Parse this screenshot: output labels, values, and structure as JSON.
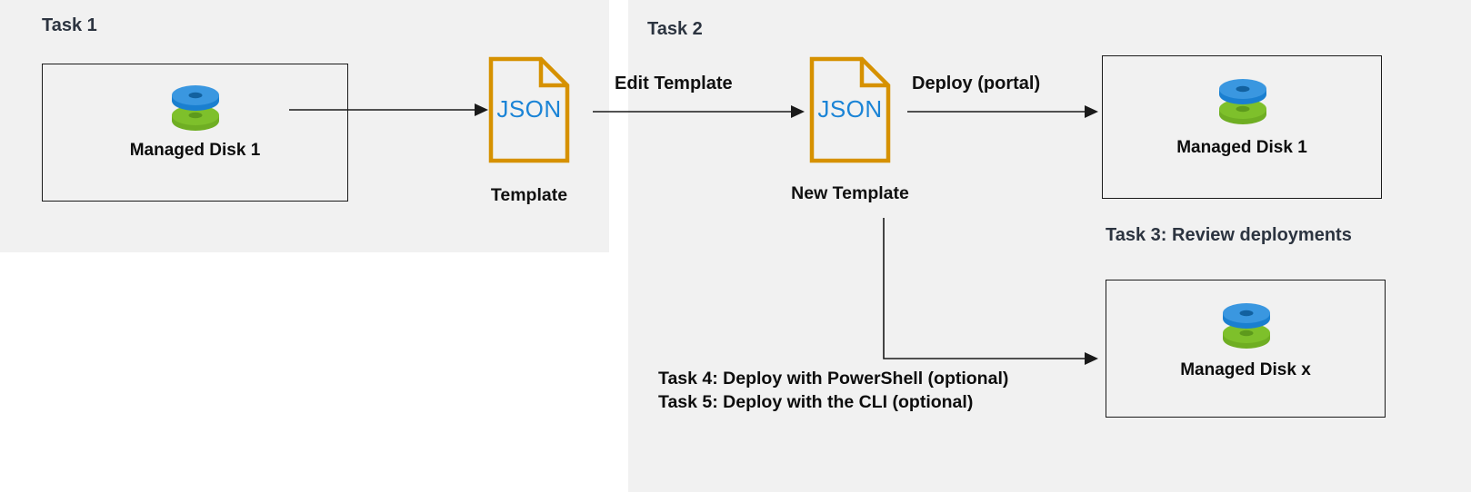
{
  "diagram": {
    "title": "Azure Managed Disk ARM template task flow",
    "background": "#ffffff",
    "panel_color": "#f1f1f1",
    "task_label_color": "#2c3440",
    "body_text_color": "#0d0d0d",
    "json_accent_color": "#d69100",
    "json_text_color": "#1b84d6",
    "disk_blue": "#2e8fdc",
    "disk_green": "#7ab929",
    "arrow_color": "#1a1a1a"
  },
  "task1": {
    "label": "Task 1",
    "disk_box": {
      "caption": "Managed Disk 1",
      "icon": "managed-disk-icon"
    },
    "arrow": {
      "name": "arrow-disk-to-template",
      "label": ""
    },
    "template_doc": {
      "text": "JSON",
      "caption": "Template"
    }
  },
  "task2": {
    "label": "Task 2",
    "edit_arrow_label": "Edit Template",
    "new_template_doc": {
      "text": "JSON",
      "caption": "New Template"
    },
    "deploy_arrow_label": "Deploy (portal)"
  },
  "task3": {
    "label": "Task 3: Review deployments",
    "disk_box": {
      "caption": "Managed Disk 1",
      "icon": "managed-disk-icon"
    }
  },
  "tasks45": {
    "line1": "Task 4: Deploy with PowerShell (optional)",
    "line2": "Task 5: Deploy with the CLI (optional)",
    "disk_box": {
      "caption": "Managed Disk x",
      "icon": "managed-disk-icon"
    }
  }
}
